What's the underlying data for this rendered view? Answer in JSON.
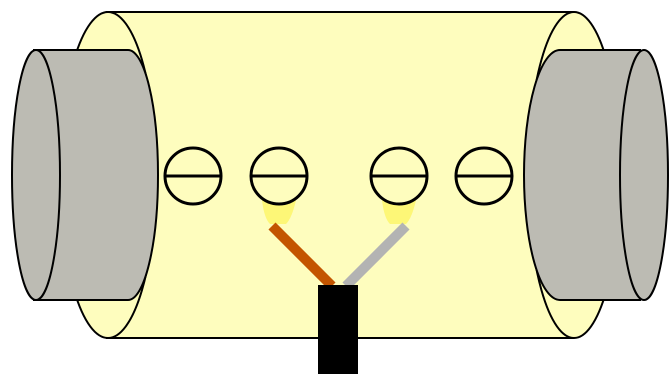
{
  "colors": {
    "background": "#ffffff",
    "connector_body": "#fefdbe",
    "end_pipe": "#bcbbb3",
    "outline": "#000000",
    "screw_fill": "#fefdbe",
    "terminal_pad": "#fdf777",
    "wire_brown": "#c35500",
    "wire_grey": "#b3b3b3",
    "cable_jacket": "#000000"
  },
  "diagram": {
    "components": [
      {
        "id": "connector-body",
        "icon": "cylinder-junction-body"
      },
      {
        "id": "left-pipe",
        "icon": "cylinder-end"
      },
      {
        "id": "right-pipe",
        "icon": "cylinder-end"
      },
      {
        "id": "screws",
        "count": 4,
        "icon": "slotted-screw-icon"
      },
      {
        "id": "terminals",
        "count": 2,
        "icon": "solder-pad"
      },
      {
        "id": "wires",
        "colors": [
          "brown",
          "grey"
        ]
      },
      {
        "id": "cable",
        "icon": "black-cable"
      }
    ]
  }
}
